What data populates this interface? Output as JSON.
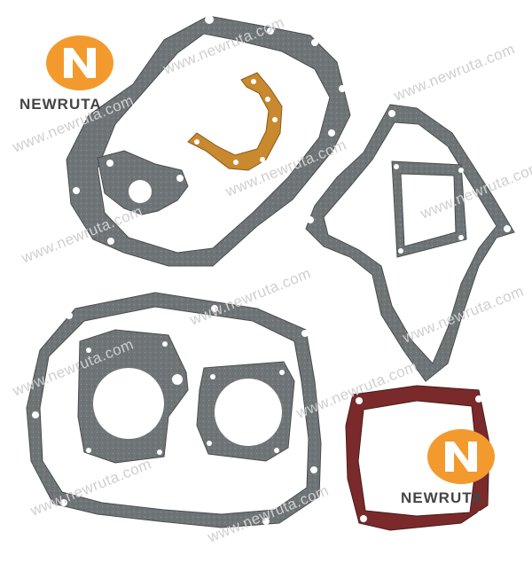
{
  "brand": {
    "name": "NEWRUTA",
    "accent_color": "#f39a2e",
    "text_color": "#444444"
  },
  "watermark": {
    "text": "www.newruta.com",
    "color": "#cfcfcf"
  },
  "image": {
    "subject": "motorcycle engine gasket kit product photo",
    "gasket_color": "#6f7476",
    "copper_gasket_color": "#c8892f",
    "head_gasket_color": "#7a2a2a"
  }
}
